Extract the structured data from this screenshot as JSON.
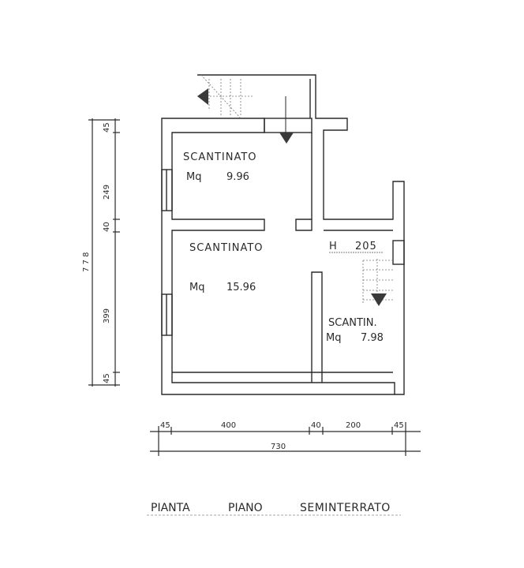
{
  "drawing": {
    "title_words": [
      "PIANTA",
      "PIANO",
      "SEMINTERRATO"
    ],
    "rooms": [
      {
        "name": "SCANTINATO",
        "area_label": "Mq",
        "area": "9.96"
      },
      {
        "name": "SCANTINATO",
        "area_label": "Mq",
        "area": "15.96"
      },
      {
        "name": "SCANTIN.",
        "area_label": "Mq",
        "area": "7.98"
      }
    ],
    "height_note": {
      "label": "H",
      "value": "205"
    },
    "dimensions": {
      "vertical_total": "7 7 8",
      "vertical_segments": [
        "45",
        "249",
        "40",
        "399",
        "45"
      ],
      "horizontal_segments": [
        "45",
        "400",
        "40",
        "200",
        "45"
      ],
      "horizontal_total": "730"
    },
    "colors": {
      "line": "#2a2a2a",
      "arrow": "#3a3a3a",
      "background": "#ffffff"
    }
  }
}
